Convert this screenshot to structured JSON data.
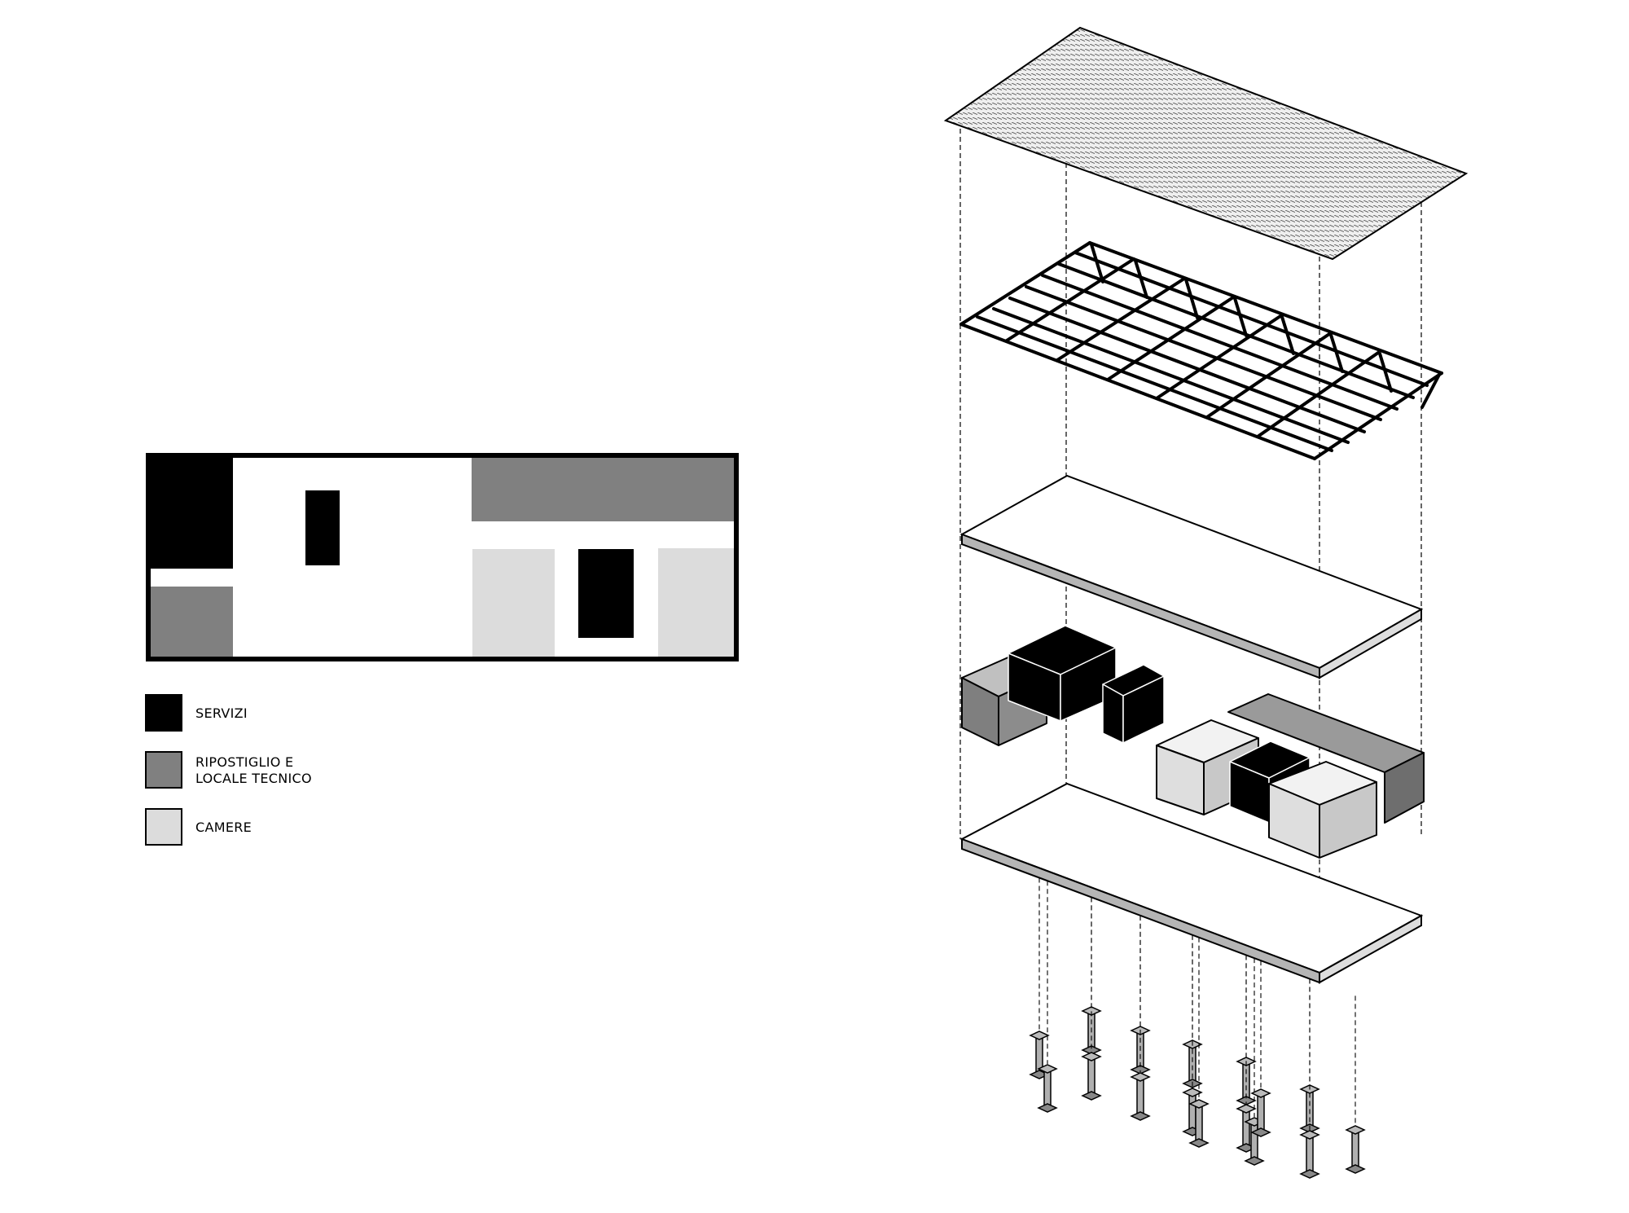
{
  "colors": {
    "servizi": "#000000",
    "ripostiglio": "#808080",
    "camere": "#dcdcdc",
    "background": "#ffffff",
    "line": "#000000"
  },
  "plan": {
    "zones": [
      {
        "name": "servizi-zone-corner",
        "category": "servizi"
      },
      {
        "name": "servizi-zone-bath",
        "category": "servizi"
      },
      {
        "name": "servizi-zone-center",
        "category": "servizi"
      },
      {
        "name": "ripostiglio-zone-top",
        "category": "ripostiglio"
      },
      {
        "name": "ripostiglio-zone-bottom-left",
        "category": "ripostiglio"
      },
      {
        "name": "camere-zone-left",
        "category": "camere"
      },
      {
        "name": "camere-zone-right",
        "category": "camere"
      }
    ]
  },
  "legend": {
    "items": [
      {
        "key": "servizi",
        "label": "SERVIZI"
      },
      {
        "key": "ripostiglio",
        "label": "RIPOSTIGLIO E\nLOCALE TECNICO"
      },
      {
        "key": "camere",
        "label": "CAMERE"
      }
    ]
  },
  "axonometric": {
    "layers": [
      "roof-panel",
      "roof-truss-frame",
      "upper-slab",
      "room-volumes",
      "base-slab",
      "foundation-piles"
    ],
    "pile_count": 16
  }
}
